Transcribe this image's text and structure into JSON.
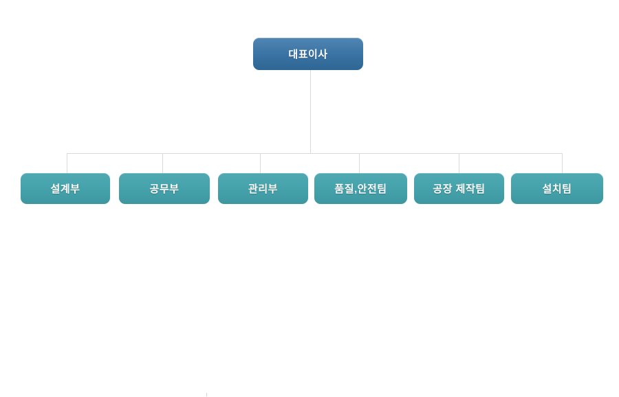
{
  "org": {
    "root": {
      "label": "대표이사"
    },
    "departments": [
      {
        "label": "설계부"
      },
      {
        "label": "공무부"
      },
      {
        "label": "관리부"
      },
      {
        "label": "품질,안전팀"
      },
      {
        "label": "공장 제작팀"
      },
      {
        "label": "설치팀"
      }
    ]
  },
  "colors": {
    "page_bg": "#ffffff",
    "root_top": "#5286b3",
    "root_mid": "#3b74a5",
    "root_bottom": "#2e6794",
    "dept_top": "#4fa9b2",
    "dept_mid": "#45a2ab",
    "dept_bottom": "#3d97a1",
    "connector": "#d9d9d9",
    "text": "#ffffff"
  }
}
